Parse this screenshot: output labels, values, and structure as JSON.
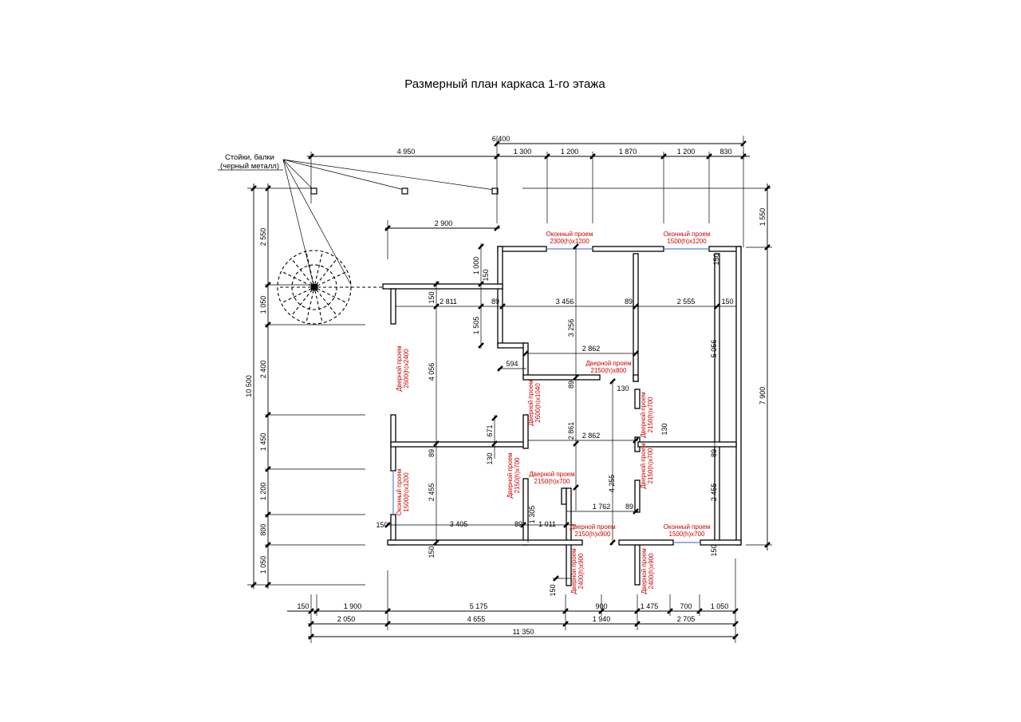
{
  "title": "Размерный план каркаса 1-го этажа",
  "callout": {
    "line1": "Стойки, балки",
    "line2": "(черный металл)"
  },
  "dimensions": {
    "top_total": "6 400",
    "top_left": "4 950",
    "top_segments": [
      "1 300",
      "1 200",
      "1 870",
      "1 200",
      "830"
    ],
    "top_2900": "2 900",
    "right_1550": "1 550",
    "right_7900": "7 900",
    "left_total": "10 500",
    "left_segments": [
      "2 550",
      "1 050",
      "2 400",
      "1 450",
      "1 200",
      "800",
      "1 050"
    ],
    "bottom_row1": [
      "150",
      "1 900",
      "5 175",
      "900",
      "1 475",
      "700",
      "1 050"
    ],
    "bottom_row2": [
      "2 050",
      "4 655",
      "1 940",
      "2 705"
    ],
    "bottom_total": "11 350",
    "inner": {
      "d1000": "1 000",
      "d150a": "150",
      "d150b": "150",
      "d150c": "150",
      "d150d": "150",
      "d150e": "150",
      "d150f": "150",
      "d150g": "150",
      "d150h": "150",
      "d2811": "2 811",
      "d89a": "89",
      "d3456": "3 456",
      "d89b": "89",
      "d2555": "2 555",
      "d1505": "1 505",
      "d3256": "3 256",
      "d2862a": "2 862",
      "d594": "594",
      "d89c": "89",
      "d130a": "130",
      "d4056": "4 056",
      "d5056": "5 056",
      "d671": "671",
      "d2861": "2 861",
      "d2862b": "2 862",
      "d130b": "130",
      "d89d": "89",
      "d89e": "89",
      "d130c": "130",
      "d2455a": "2 455",
      "d4255": "4 255",
      "d2455b": "2 455",
      "d1305": "1 305",
      "d1762": "1 762",
      "d89f": "89",
      "d3405": "3 405",
      "d89g": "89",
      "d1011": "1 011"
    }
  },
  "openings": {
    "win_top1": [
      "Оконный проем",
      "2300(h)x1200"
    ],
    "win_top2": [
      "Оконный проем",
      "1500(h)x1200"
    ],
    "door_left": [
      "Дверной проем",
      "2600(h)x2400"
    ],
    "door_center": [
      "Дверной проем",
      "2150(h)x800"
    ],
    "door_mid": [
      "Дверной проем",
      "2600(h)x1040"
    ],
    "door_right1": [
      "Дверной проем",
      "2150(h)x700"
    ],
    "door_right2": [
      "Дверной проем",
      "2150(h)x700"
    ],
    "door_mid2": [
      "Дверной проем",
      "2150(h)x700"
    ],
    "door_mid3": [
      "Дверной проем",
      "2150(h)x700"
    ],
    "win_left": [
      "Оконный проем",
      "1500(h)x1200"
    ],
    "door_bottom": [
      "Дверной проем",
      "2150(h)x900"
    ],
    "win_bottom": [
      "Оконный проем",
      "1500(h)x700"
    ],
    "door_bot1": [
      "Дверной проем",
      "2400(h)x900"
    ],
    "door_bot2": [
      "Дверной проем",
      "2400(h)x900"
    ]
  },
  "colors": {
    "annotation": "#cc0000",
    "glazing": "#5b7fd6"
  }
}
